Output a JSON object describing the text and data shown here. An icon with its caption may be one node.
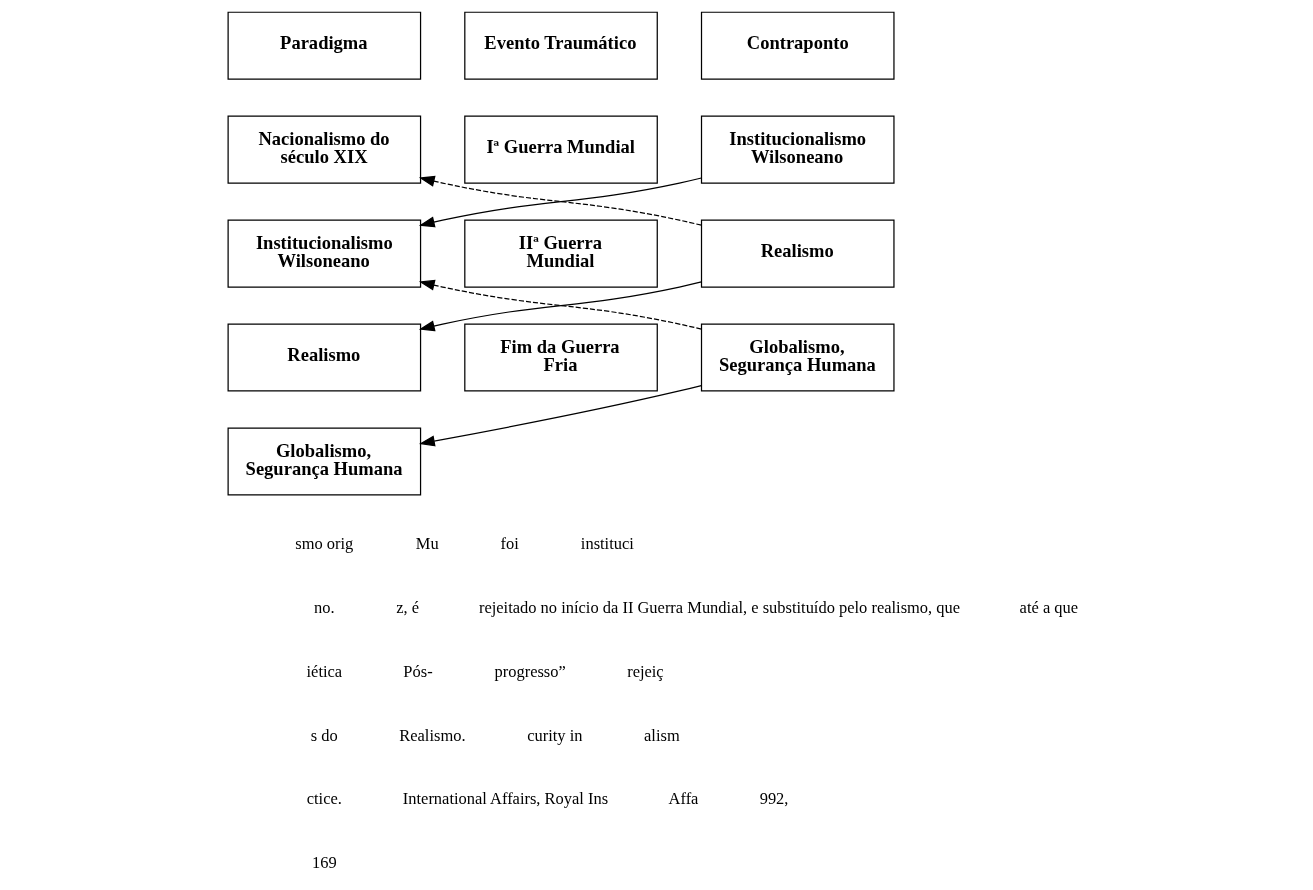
{
  "diagram": {
    "nodes": [
      {
        "text": [
          "Paradigma"
        ]
      },
      {
        "text": [
          "Evento Traumático"
        ]
      },
      {
        "text": [
          "Contraponto"
        ]
      },
      {
        "text": [
          "Nacionalismo do século XIX"
        ]
      },
      {
        "text": [
          "Iª Guerra Mundial"
        ]
      },
      {
        "text": [
          "Institucionalismo Wilsoneano"
        ]
      },
      {
        "text": [
          "Institucionalismo Wilsoneano"
        ]
      },
      {
        "text": [
          "IIª Guerra Mundial"
        ]
      },
      {
        "text": [
          "Realismo"
        ]
      },
      {
        "text": [
          "Realismo"
        ]
      },
      {
        "text": [
          "Fim da Guerra Fria"
        ]
      },
      {
        "text": [
          "Globalismo, Segurança Humana"
        ]
      },
      {
        "text": [
          "Globalismo, Segurança Humana"
        ]
      }
    ],
    "edges": [
      {
        "from": 8,
        "to": 3,
        "arrow": "to",
        "style": "dashed"
      },
      {
        "from": 5,
        "to": 6,
        "arrow": "to"
      },
      {
        "from": 11,
        "to": 6,
        "arrow": "to",
        "style": "dashed"
      },
      {
        "from": 8,
        "to": 9,
        "arrow": "to"
      },
      {
        "from": 11,
        "to": 12,
        "arrow": "to"
      }
    ],
    "labels": [
      "smo orig",
      "Mu",
      "foi",
      "instituci",
      "no.",
      "z, é",
      "rejeitado no início da II Guerra Mundial, e substituído pelo realismo, que",
      "até a que",
      "iética",
      "Pós-",
      "progresso”",
      "rejeiç",
      "s do",
      "Realismo.",
      "curity in",
      "alism",
      "ctice.",
      "International Affairs, Royal Ins",
      "Affa",
      "992,",
      "169"
    ]
  }
}
